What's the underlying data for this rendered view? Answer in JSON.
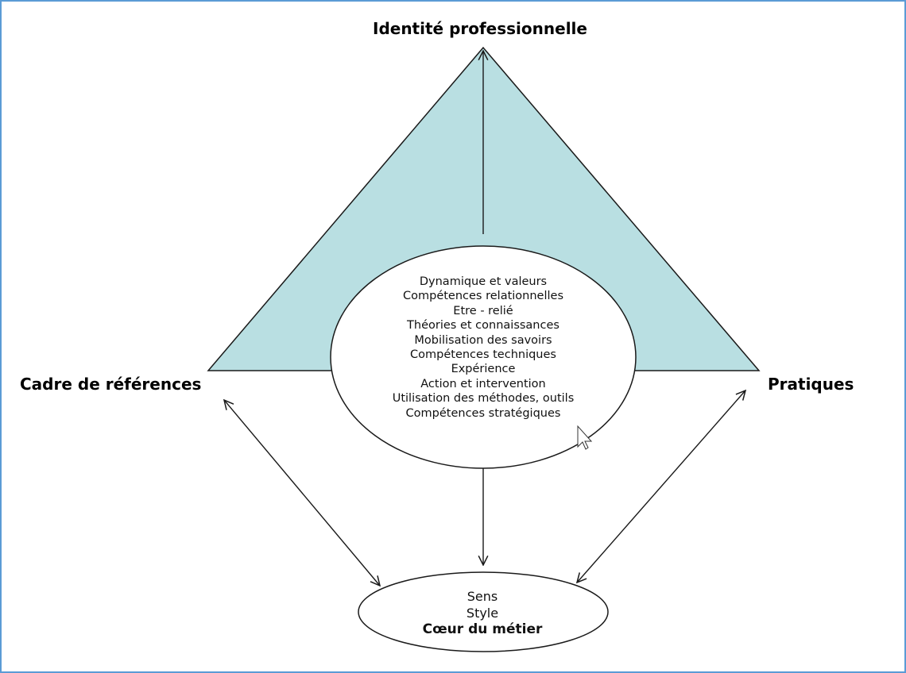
{
  "diagram": {
    "top_label": "Identité professionnelle",
    "left_label": "Cadre de références",
    "right_label": "Pratiques",
    "center_items": [
      "Dynamique et valeurs",
      "Compétences relationnelles",
      "Etre - relié",
      "Théories et connaissances",
      "Mobilisation des savoirs",
      "Compétences techniques",
      "Expérience",
      "Action et intervention",
      "Utilisation des méthodes, outils",
      "Compétences stratégiques"
    ],
    "bottom_items": [
      "Sens",
      "Style"
    ],
    "bottom_emphasis": "Cœur du métier",
    "colors": {
      "triangle_fill": "#b9dfe2",
      "frame_border": "#5b9bd5",
      "stroke": "#1a1a1a"
    }
  }
}
